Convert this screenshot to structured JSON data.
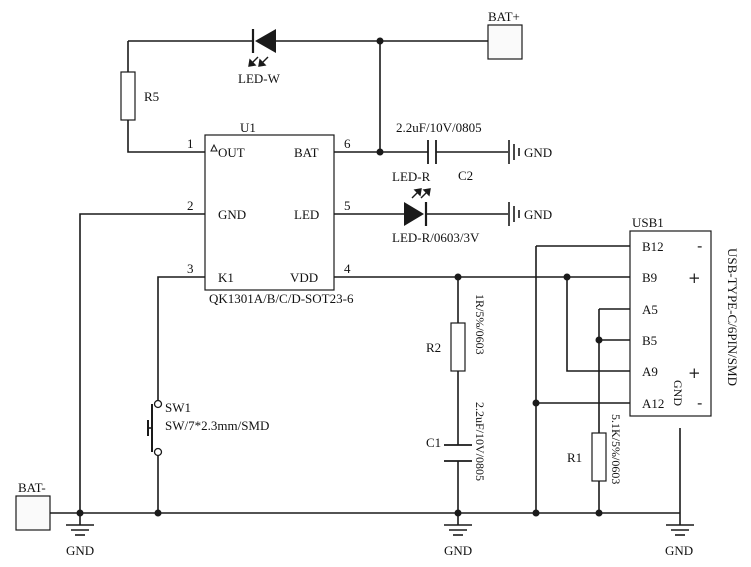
{
  "labels": {
    "bat_plus": "BAT+",
    "bat_minus": "BAT-",
    "u1_ref": "U1",
    "u1_part": "QK1301A/B/C/D-SOT23-6",
    "r5": "R5",
    "led_w": "LED-W",
    "c2_value": "2.2uF/10V/0805",
    "c2": "C2",
    "led_r_top": "LED-R",
    "led_r_value": "LED-R/0603/3V",
    "gnd": "GND",
    "sw1": "SW1",
    "sw1_value": "SW/7*2.3mm/SMD",
    "r2": "R2",
    "r2_value": "1R/5%/0603",
    "c1": "C1",
    "c1_value": "2.2uF/10V/0805",
    "r1": "R1",
    "r1_value": "5.1K/5%/0603",
    "usb_ref": "USB1",
    "usb_part": "USB-TYPE-C/6PIN/SMD",
    "usb_gnd": "GND"
  },
  "u1_pins": [
    {
      "num": "1",
      "name": "OUT"
    },
    {
      "num": "2",
      "name": "GND"
    },
    {
      "num": "3",
      "name": "K1"
    },
    {
      "num": "6",
      "name": "BAT"
    },
    {
      "num": "5",
      "name": "LED"
    },
    {
      "num": "4",
      "name": "VDD"
    }
  ],
  "usb_pins": [
    {
      "name": "B12",
      "sign": "-"
    },
    {
      "name": "B9",
      "sign": "+"
    },
    {
      "name": "A5",
      "sign": ""
    },
    {
      "name": "B5",
      "sign": ""
    },
    {
      "name": "A9",
      "sign": "+"
    },
    {
      "name": "A12",
      "sign": "-"
    }
  ]
}
